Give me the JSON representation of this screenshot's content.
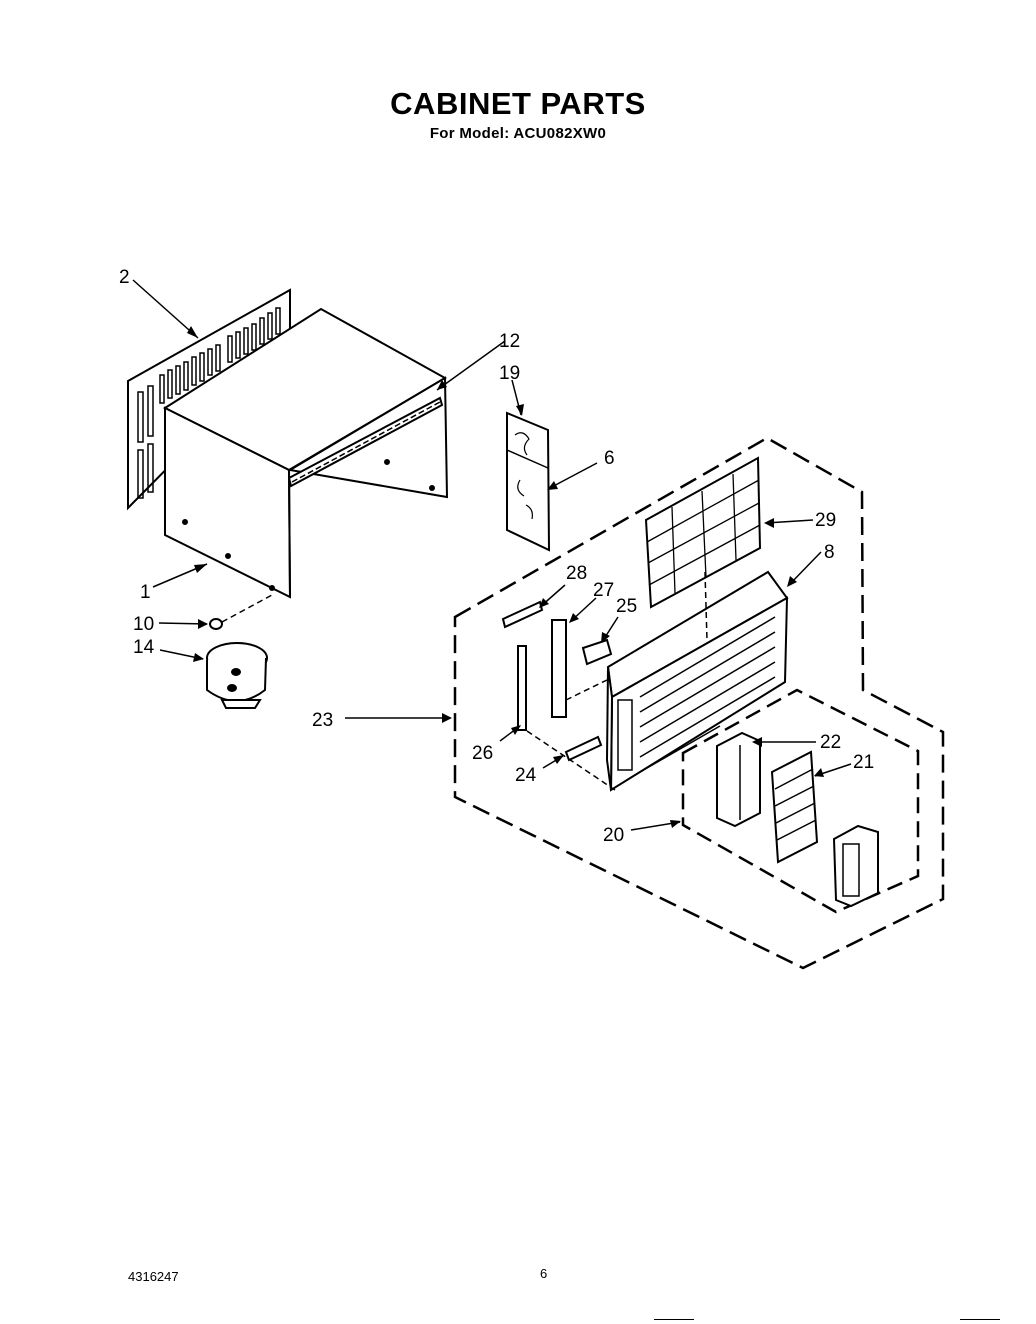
{
  "header": {
    "title": "CABINET PARTS",
    "subtitle": "For Model: ACU082XW0"
  },
  "callouts": {
    "c1": "1",
    "c2": "2",
    "c6": "6",
    "c8": "8",
    "c10": "10",
    "c12": "12",
    "c14": "14",
    "c19": "19",
    "c20": "20",
    "c21": "21",
    "c22": "22",
    "c23": "23",
    "c24": "24",
    "c25": "25",
    "c26": "26",
    "c27": "27",
    "c28": "28",
    "c29": "29"
  },
  "footer": {
    "part_number": "4316247",
    "page_number": "6"
  }
}
